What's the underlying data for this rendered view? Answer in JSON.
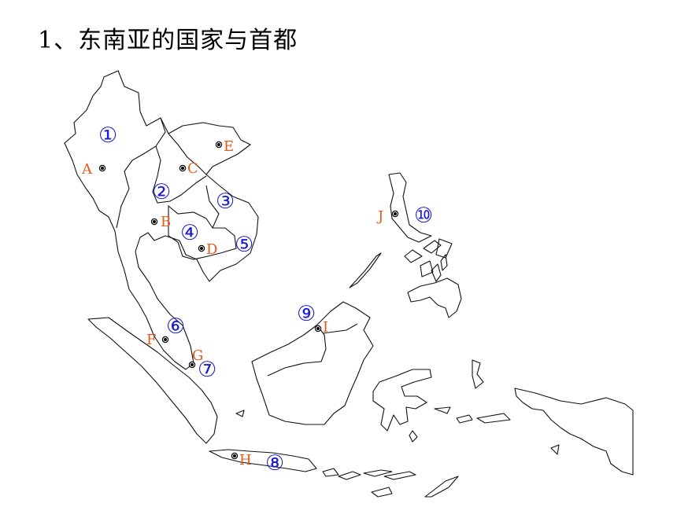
{
  "title": "1、东南亚的国家与首都",
  "capital_labels": [
    "A",
    "B",
    "C",
    "D",
    "E",
    "F",
    "G",
    "H",
    "I",
    "J"
  ],
  "country_numbers": [
    "①",
    "②",
    "③",
    "④",
    "⑤",
    "⑥",
    "⑦",
    "⑧",
    "⑨",
    "⑩"
  ],
  "colors": {
    "letter": "#e8581a",
    "number": "#1c1cd0",
    "outline": "#111111"
  }
}
